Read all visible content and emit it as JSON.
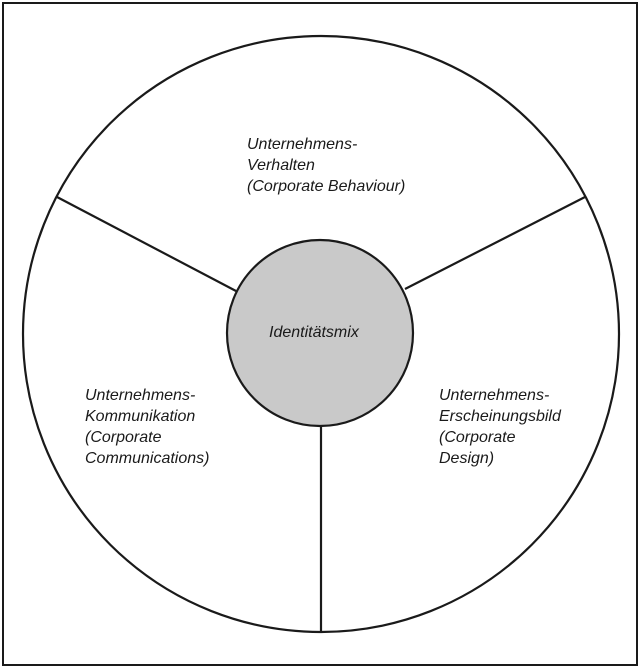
{
  "diagram": {
    "center": {
      "label": "Identitätsmix",
      "fill": "#c9c9c9"
    },
    "segments": {
      "top": {
        "line1": "Unternehmens-",
        "line2": "Verhalten",
        "line3": "(Corporate Behaviour)"
      },
      "left": {
        "line1": "Unternehmens-",
        "line2": "Kommunikation",
        "line3": "(Corporate",
        "line4": "Communications)"
      },
      "right": {
        "line1": "Unternehmens-",
        "line2": "Erscheinungsbild",
        "line3": "(Corporate",
        "line4": "Design)"
      }
    },
    "colors": {
      "stroke": "#1a1a1a",
      "background": "#ffffff"
    }
  }
}
